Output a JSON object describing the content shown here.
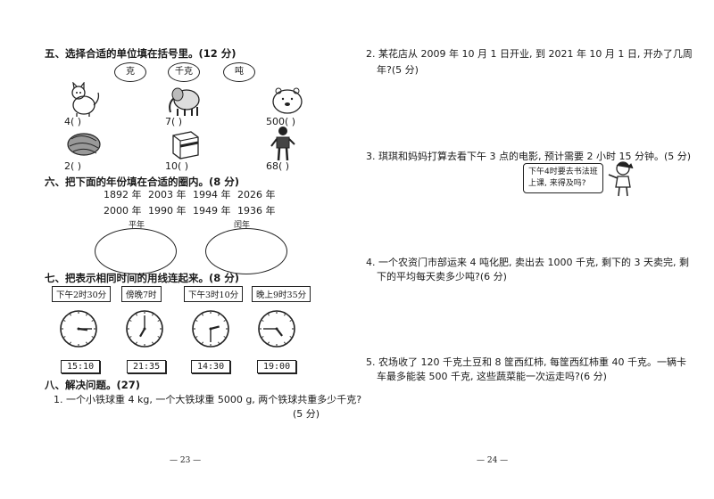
{
  "left": {
    "sec5": {
      "title": "五、选择合适的单位填在括号里。(12 分)",
      "units": [
        "克",
        "千克",
        "吨"
      ],
      "items": [
        "4(      )",
        "7(      )",
        "500(      )",
        "2(      )",
        "10(      )",
        "68(      )"
      ],
      "icons": [
        "cat-icon",
        "elephant-icon",
        "polar-bear-icon",
        "cabbage-icon",
        "eraser-icon",
        "person-icon"
      ]
    },
    "sec6": {
      "title": "六、把下面的年份填在合适的圈内。(8 分)",
      "years_row1": [
        "1892 年",
        "2003 年",
        "1994 年",
        "2026 年"
      ],
      "years_row2": [
        "2000 年",
        "1990 年",
        "1949 年",
        "1936 年"
      ],
      "label_common": "平年",
      "label_leap": "闰年"
    },
    "sec7": {
      "title": "七、把表示相同时间的用线连起来。(8 分)",
      "top_labels": [
        "下午2时30分",
        "傍晚7时",
        "下午3时10分",
        "晚上9时35分"
      ],
      "clock_times": [
        [
          3,
          15
        ],
        [
          7,
          0
        ],
        [
          2,
          30
        ],
        [
          4,
          45
        ]
      ],
      "digital": [
        "15:10",
        "21:35",
        "14:30",
        "19:00"
      ]
    },
    "sec8": {
      "title": "八、解决问题。(27)",
      "q1": "1. 一个小铁球重 4 kg, 一个大铁球重 5000 g, 两个铁球共重多少千克?",
      "q1_score": "(5 分)"
    },
    "page_number": "— 23 —"
  },
  "right": {
    "q2_line1": "2. 某花店从 2009 年 10 月 1 日开业, 到 2021 年 10 月 1 日, 开办了几周",
    "q2_line2": "年?(5 分)",
    "q3": "3. 琪琪和妈妈打算去看下午 3 点的电影, 预计需要 2 小时 15 分钟。(5 分)",
    "q3_bubble_line1": "下午4时要去书法班",
    "q3_bubble_line2": "上课, 来得及吗?",
    "q4_line1": "4. 一个农资门市部运来 4 吨化肥, 卖出去 1000 千克, 剩下的 3 天卖完, 剩",
    "q4_line2": "下的平均每天卖多少吨?(6 分)",
    "q5_line1": "5. 农场收了 120 千克土豆和 8 筐西红柿, 每筐西红柿重 40 千克。一辆卡",
    "q5_line2": "车最多能装 500 千克, 这些蔬菜能一次运走吗?(6 分)",
    "page_number": "— 24 —"
  }
}
